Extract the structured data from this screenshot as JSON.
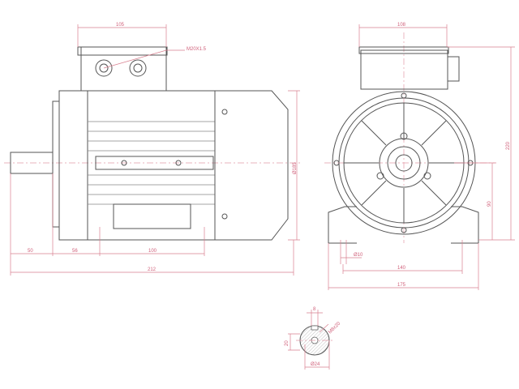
{
  "title": "Electric motor dimension drawing",
  "colors": {
    "dimension": "#d0607a",
    "outline": "#555555"
  },
  "side_view": {
    "terminal_box_width": "105",
    "cable_gland": "M20X1.5",
    "shaft_length": "50",
    "flange_to_foot": "56",
    "foot_hole_spacing": "100",
    "overall_length": "212",
    "housing_diameter": "Ø185"
  },
  "front_view": {
    "terminal_box_width": "108",
    "overall_height": "220",
    "shaft_height": "90",
    "foot_hole": "Ø10",
    "foot_hole_spacing": "140",
    "foot_width": "175"
  },
  "shaft_section": {
    "key_width": "8",
    "thread": "M8x20",
    "key_height": "20",
    "diameter": "Ø24"
  }
}
